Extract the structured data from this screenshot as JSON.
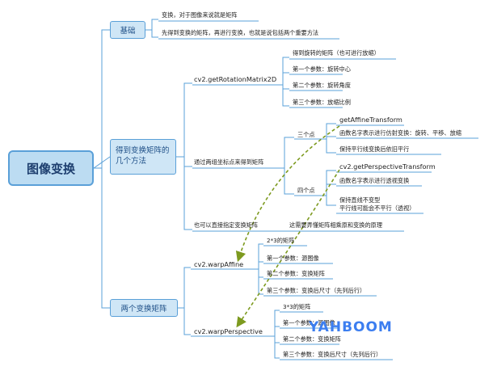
{
  "root": {
    "label": "图像变换"
  },
  "basic": {
    "label": "基础",
    "items": [
      "变换，对于图像来说就是矩阵",
      "先得到变换的矩阵，再进行变换，也就是说包括两个重要方法"
    ]
  },
  "methods": {
    "label": "得到变换矩阵的几个方法",
    "rotation": {
      "label": "cv2.getRotationMatrix2D",
      "items": [
        "得到旋转的矩阵（也可进行放缩）",
        "第一个参数：旋转中心",
        "第二个参数：旋转角度",
        "第三个参数：放缩比例"
      ]
    },
    "points": {
      "label": "通过两组坐标点来得到矩阵",
      "three": {
        "label": "三个点",
        "items": [
          "getAffineTransform",
          "函数名字表示进行仿射变换：旋转、平移、放缩",
          "保持平行线变换后依旧平行"
        ]
      },
      "four": {
        "label": "四个点",
        "items": [
          "cv2.getPerspectiveTransform",
          "函数名字表示进行透视变换",
          "保持直线不变型",
          "平行线可能会不平行（透视）"
        ]
      }
    },
    "direct": {
      "label": "也可以直接指定变换矩阵",
      "note": "这需要弄懂矩阵相乘原和变换的原理"
    }
  },
  "two": {
    "label": "两个变换矩阵",
    "affine": {
      "label": "cv2.warpAffine",
      "items": [
        "2*3的矩阵",
        "第一个参数：源图像",
        "第二个参数：变换矩阵",
        "第三个参数：变换后尺寸（先列后行）"
      ]
    },
    "perspective": {
      "label": "cv2.warpPerspective",
      "items": [
        "3*3的矩阵",
        "第一个参数：源图像",
        "第二个参数：变换矩阵",
        "第三个参数：变换后尺寸（先列后行）"
      ]
    }
  },
  "logo": {
    "text": "YAHBOOM",
    "color": "#3c7ef0"
  },
  "colors": {
    "line": "#5aa0d8",
    "dashed_arrow": "#7d9a1f",
    "node_fill": "#cfe6f6"
  }
}
